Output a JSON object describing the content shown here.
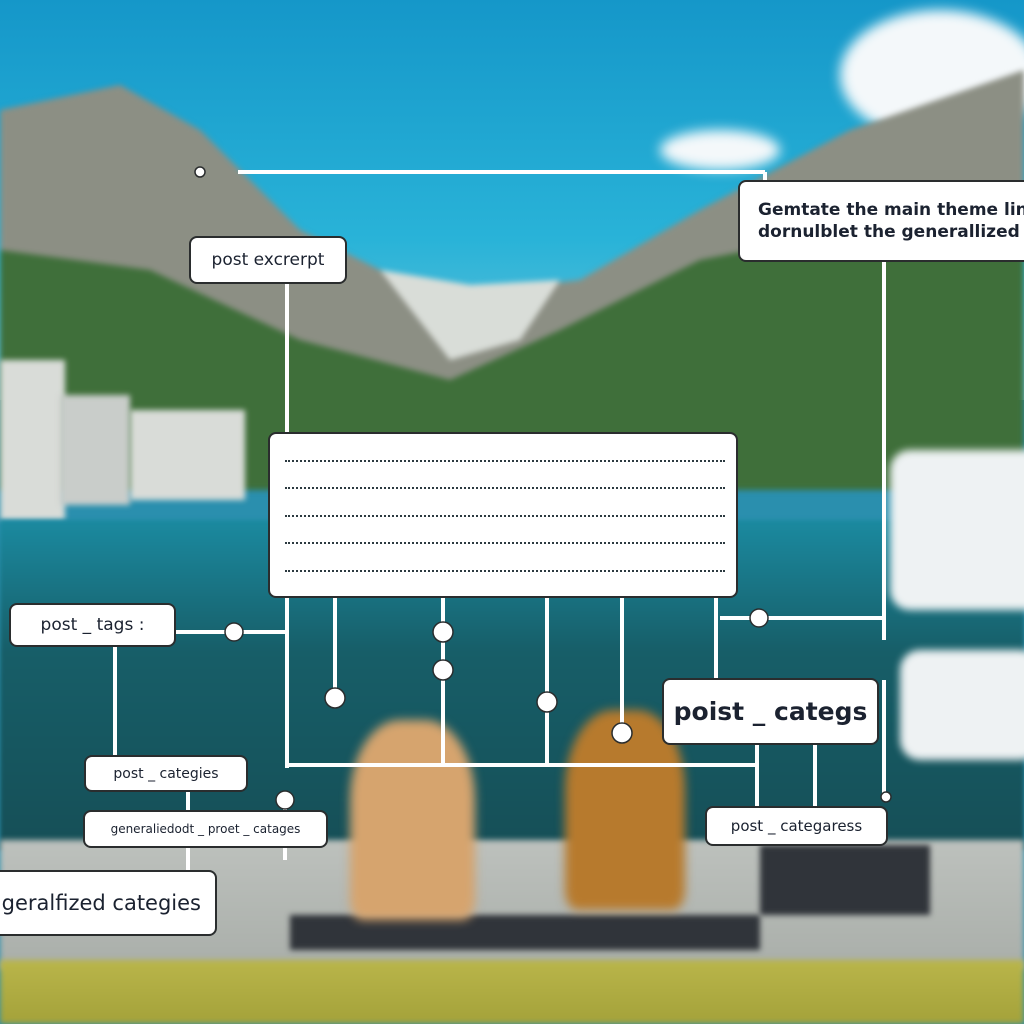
{
  "labels": {
    "excerpt": "post excrerpt",
    "theme_line1": "Gemtate the main theme lin at",
    "theme_line2": "dornulblet the generallized vleao",
    "tags": "post _ tags :",
    "categies": "post _ categies",
    "generalied": "generaliedodt _ proet _ catages",
    "generalized": "geralfized categies",
    "poist": "poist _ categs",
    "categaress": "post _ categaress"
  },
  "colors": {
    "line": "#ffffff",
    "box_border": "#2a2d2e",
    "text": "#1b2230"
  }
}
